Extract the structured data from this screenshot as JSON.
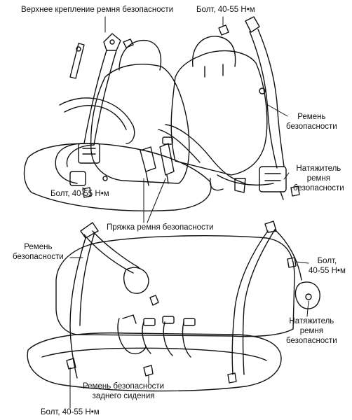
{
  "labels": {
    "top_anchor": "Верхнее крепление ремня безопасности",
    "bolt_top": "Болт, 40-55 Н•м",
    "belt_front_right": [
      "Ремень",
      "безопасности"
    ],
    "retractor_front_right": [
      "Натяжитель",
      "ремня",
      "безопасности"
    ],
    "bolt_front_left": "Болт, 40-55 Н•м",
    "buckle": "Пряжка ремня безопасности",
    "belt_rear_left": [
      "Ремень",
      "безопасности"
    ],
    "bolt_rear_right": [
      "Болт,",
      "40-55 Н•м"
    ],
    "retractor_rear_right": [
      "Натяжитель",
      "ремня",
      "безопасности"
    ],
    "rear_seat_belt": [
      "Ремень безопасности",
      "заднего сидения"
    ],
    "bolt_bottom": "Болт, 40-55 Н•м"
  },
  "colors": {
    "ink": "#111111",
    "paper": "#ffffff"
  }
}
